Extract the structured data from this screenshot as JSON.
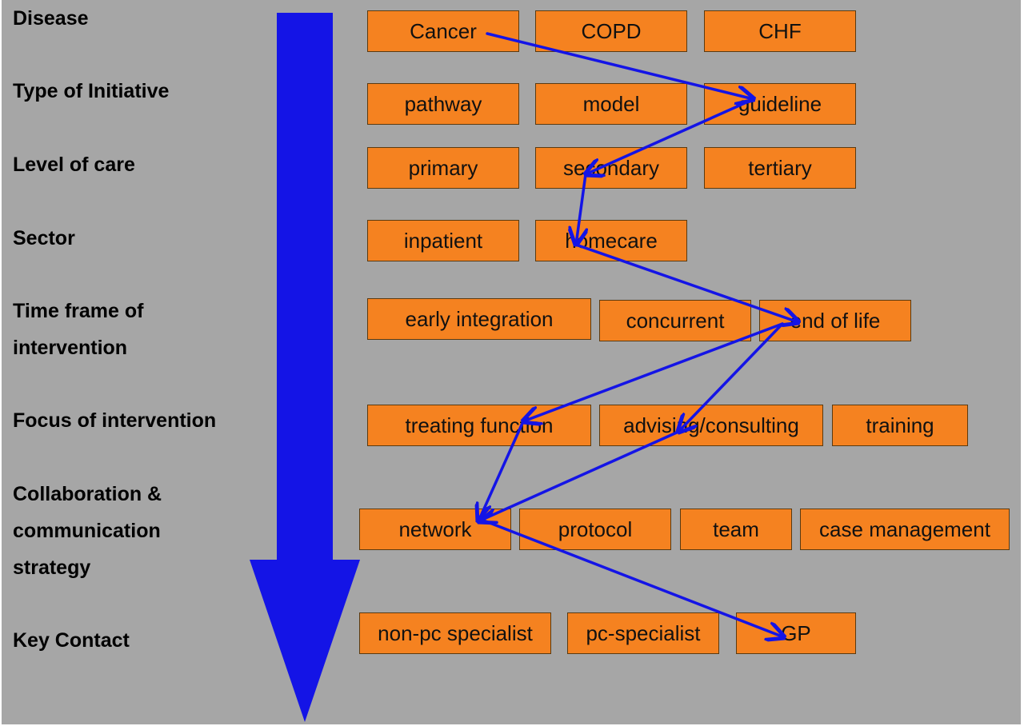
{
  "colors": {
    "background": "#a6a6a6",
    "box": "#f58220",
    "arrow": "#1414e6"
  },
  "rows": [
    {
      "label": "Disease",
      "options": [
        "Cancer",
        "COPD",
        "CHF"
      ]
    },
    {
      "label": "Type of Initiative",
      "options": [
        "pathway",
        "model",
        "guideline"
      ]
    },
    {
      "label": "Level of care",
      "options": [
        "primary",
        "secondary",
        "tertiary"
      ]
    },
    {
      "label": "Sector",
      "options": [
        "inpatient",
        "homecare"
      ]
    },
    {
      "label": "Time frame of\nintervention",
      "options": [
        "early integration",
        "concurrent",
        "end of life"
      ]
    },
    {
      "label": "Focus of intervention",
      "options": [
        "treating function",
        "advising/consulting",
        "training"
      ]
    },
    {
      "label": "Collaboration &\ncommunication\nstrategy",
      "options": [
        "network",
        "protocol",
        "team",
        "case management"
      ]
    },
    {
      "label": "Key Contact",
      "options": [
        "non-pc specialist",
        "pc-specialist",
        "GP"
      ]
    }
  ],
  "path": [
    {
      "from": "Cancer",
      "to": "guideline"
    },
    {
      "from": "guideline",
      "to": "secondary"
    },
    {
      "from": "secondary",
      "to": "homecare"
    },
    {
      "from": "homecare",
      "to": "end of life"
    },
    {
      "from": "end of life",
      "to": "treating function"
    },
    {
      "from": "end of life",
      "to": "advising/consulting"
    },
    {
      "from": "treating function",
      "to": "network"
    },
    {
      "from": "advising/consulting",
      "to": "network"
    },
    {
      "from": "network",
      "to": "GP"
    }
  ]
}
